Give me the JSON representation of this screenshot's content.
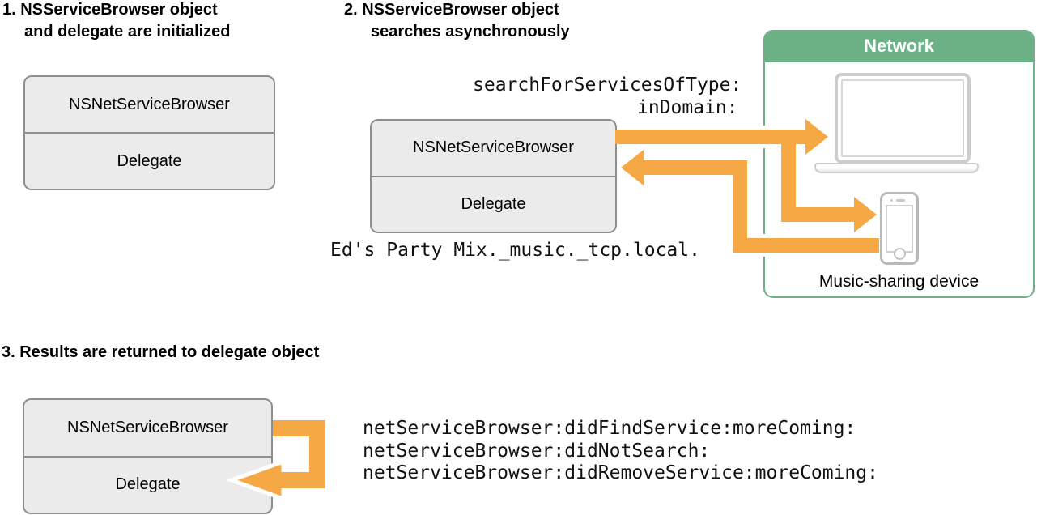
{
  "step1": {
    "heading_line1": "1. NSServiceBrowser object",
    "heading_line2": "and delegate are initialized",
    "box": {
      "top": "NSNetServiceBrowser",
      "bottom": "Delegate"
    }
  },
  "step2": {
    "heading_line1": "2. NSServiceBrowser object",
    "heading_line2": "searches asynchronously",
    "box": {
      "top": "NSNetServiceBrowser",
      "bottom": "Delegate"
    },
    "method_call": {
      "line1": "searchForServicesOfType:",
      "line2": "inDomain:"
    },
    "service_name": "Ed's Party Mix._music._tcp.local."
  },
  "step3": {
    "heading": "3. Results are returned to delegate object",
    "box": {
      "top": "NSNetServiceBrowser",
      "bottom": "Delegate"
    },
    "callbacks": [
      "netServiceBrowser:didFindService:moreComing:",
      "netServiceBrowser:didNotSearch:",
      "netServiceBrowser:didRemoveService:moreComing:"
    ]
  },
  "network": {
    "title": "Network",
    "device_label": "Music-sharing device"
  },
  "icons": {
    "laptop": "laptop-icon",
    "phone": "smartphone-icon"
  },
  "colors": {
    "arrow_orange": "#F5A843",
    "network_green": "#6DB287",
    "box_fill": "#EBEBEB",
    "box_border": "#8E8E8E",
    "gap_white": "#FFFFFF"
  }
}
